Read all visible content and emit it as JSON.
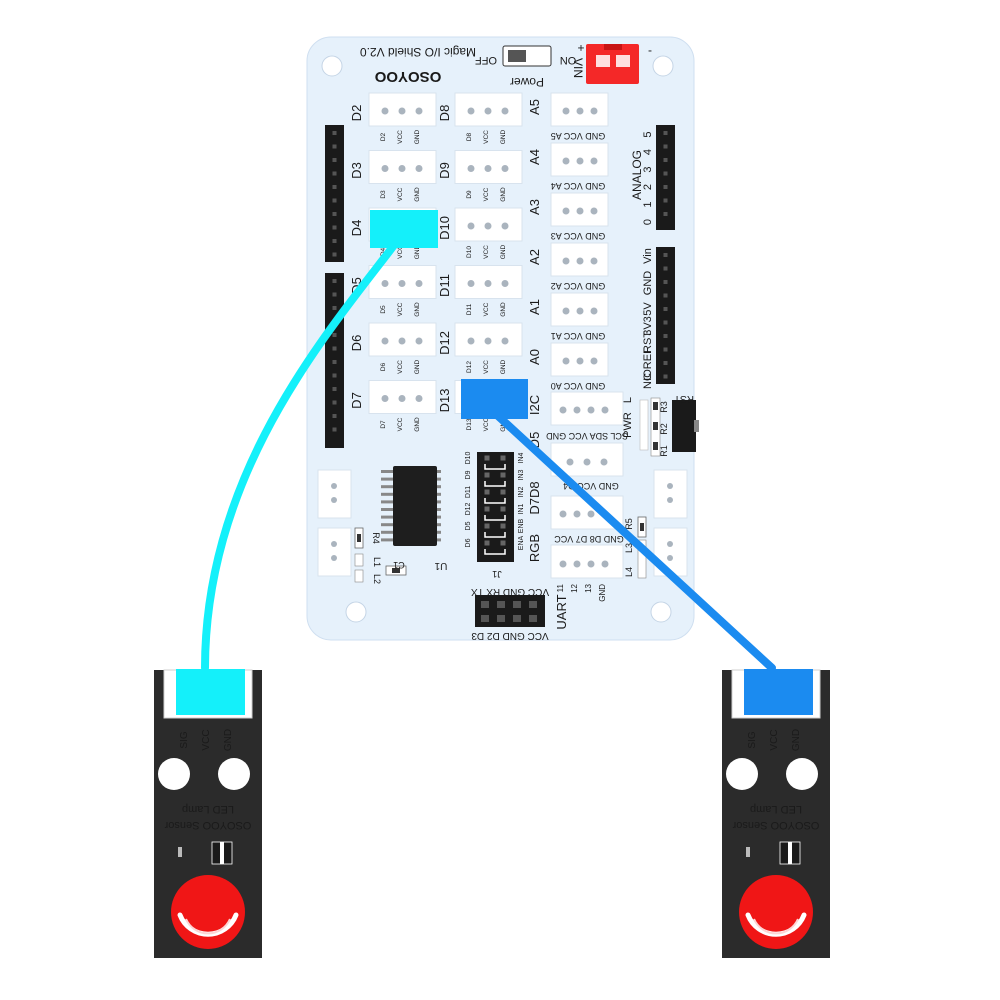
{
  "board": {
    "title": "Magic I/O Shield V2.0",
    "brand": "OSOYOO",
    "power_off": "OFF",
    "power_on": "ON",
    "power_label": "Power",
    "vin_label": "VIN",
    "vin_plus": "+",
    "vin_minus": "-",
    "left_ports": [
      {
        "name": "D2",
        "pins": [
          "D2",
          "VCC",
          "GND"
        ]
      },
      {
        "name": "D3",
        "pins": [
          "D3",
          "VCC",
          "GND"
        ]
      },
      {
        "name": "D4",
        "pins": [
          "D4",
          "VCC",
          "GND"
        ]
      },
      {
        "name": "D5",
        "pins": [
          "D5",
          "VCC",
          "GND"
        ]
      },
      {
        "name": "D6",
        "pins": [
          "D6",
          "VCC",
          "GND"
        ]
      },
      {
        "name": "D7",
        "pins": [
          "D7",
          "VCC",
          "GND"
        ]
      }
    ],
    "mid_ports": [
      {
        "name": "D8",
        "pins": [
          "D8",
          "VCC",
          "GND"
        ]
      },
      {
        "name": "D9",
        "pins": [
          "D9",
          "VCC",
          "GND"
        ]
      },
      {
        "name": "D10",
        "pins": [
          "D10",
          "VCC",
          "GND"
        ]
      },
      {
        "name": "D11",
        "pins": [
          "D11",
          "VCC",
          "GND"
        ]
      },
      {
        "name": "D12",
        "pins": [
          "D12",
          "VCC",
          "GND"
        ]
      },
      {
        "name": "D13",
        "pins": [
          "D13",
          "VCC",
          "GND"
        ]
      }
    ],
    "analog_ports": [
      {
        "name": "A5",
        "pins": "GND VCC A5"
      },
      {
        "name": "A4",
        "pins": "GND VCC A4"
      },
      {
        "name": "A3",
        "pins": "GND VCC A3"
      },
      {
        "name": "A2",
        "pins": "GND VCC A2"
      },
      {
        "name": "A1",
        "pins": "GND VCC A1"
      },
      {
        "name": "A0",
        "pins": "GND VCC A0"
      }
    ],
    "i2c_label": "I2C",
    "i2c_pins": "SCL SDA VCC GND",
    "d5_label": "D5",
    "d5_pins": "GND VCC D4",
    "d7d8_label": "D7D8",
    "d7d8_pins": "GND D8 D7 VCC",
    "rgb_label": "RGB",
    "rgb_pins": [
      "11",
      "12",
      "13",
      "GND"
    ],
    "analog_header": "ANALOG",
    "analog_numbers": [
      "0",
      "1",
      "2",
      "3",
      "4",
      "5"
    ],
    "power_header_pins": [
      "Vin",
      "GND",
      "5V",
      "3V3",
      "RST",
      "IOREF",
      "NC"
    ],
    "motor_top": [
      "D10",
      "D9",
      "D11",
      "D12",
      "D5",
      "D6"
    ],
    "motor_bottom": [
      "IN4",
      "IN3",
      "IN2",
      "IN1",
      "ENB",
      "ENA"
    ],
    "j1_label": "J1",
    "uart_label": "UART",
    "uart_top": "VCC GND RX TX",
    "uart_bottom": "VCC GND D2 D3",
    "ic_label": "U1",
    "cap_label": "C1",
    "r4_label": "R4",
    "l1_label": "L1",
    "l2_label": "L2",
    "rst_label": "RST",
    "pwr_label": "PWR",
    "l_label": "L",
    "r_labels": [
      "R3",
      "R2",
      "R1"
    ],
    "l3_label": "L3",
    "l4_label": "L4",
    "r5_label": "R5"
  },
  "modules": [
    {
      "id": "left",
      "pins": [
        "SIG",
        "VCC",
        "GND"
      ],
      "brand_line": "OSOYOO Sensor",
      "name_line": "LED Lamp",
      "wire_color": "#14f0fa",
      "connected_port": "D4"
    },
    {
      "id": "right",
      "pins": [
        "SIG",
        "VCC",
        "GND"
      ],
      "brand_line": "OSOYOO Sensor",
      "name_line": "LED Lamp",
      "wire_color": "#1b8bf0",
      "connected_port": "D13"
    }
  ],
  "colors": {
    "board": "#e6f1fb",
    "pcb": "#2b2b2b",
    "led": "#f01616",
    "cyan_wire": "#14f0fa",
    "blue_wire": "#1b8bf0",
    "vin_connector": "#f42828"
  }
}
